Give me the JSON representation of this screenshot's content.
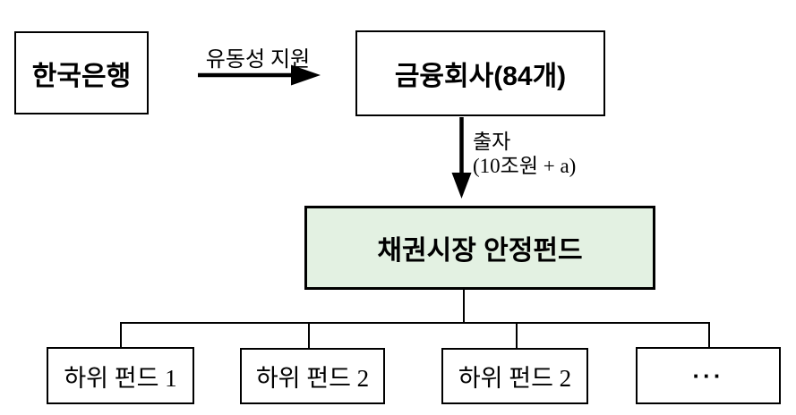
{
  "diagram": {
    "title": "Bond Market Stabilization Fund structure",
    "nodes": {
      "bank": {
        "label": "한국은행"
      },
      "financial": {
        "label": "금융회사(84개)"
      },
      "fund": {
        "label": "채권시장 안정펀드"
      },
      "sub1": {
        "label": "하위 펀드 1"
      },
      "sub2": {
        "label": "하위 펀드 2"
      },
      "sub3": {
        "label": "하위 펀드 2"
      },
      "sub4": {
        "label": "···"
      }
    },
    "edges": {
      "liquidity": {
        "label": "유동성 지원",
        "from": "한국은행",
        "to": "금융회사(84개)"
      },
      "investment": {
        "label_line1": "출자",
        "label_line2": "(10조원 + a)",
        "from": "금융회사(84개)",
        "to": "채권시장 안정펀드"
      }
    },
    "colors": {
      "background": "#ffffff",
      "line": "#000000",
      "fund_fill": "#e3f1e2",
      "text": "#000000"
    }
  }
}
